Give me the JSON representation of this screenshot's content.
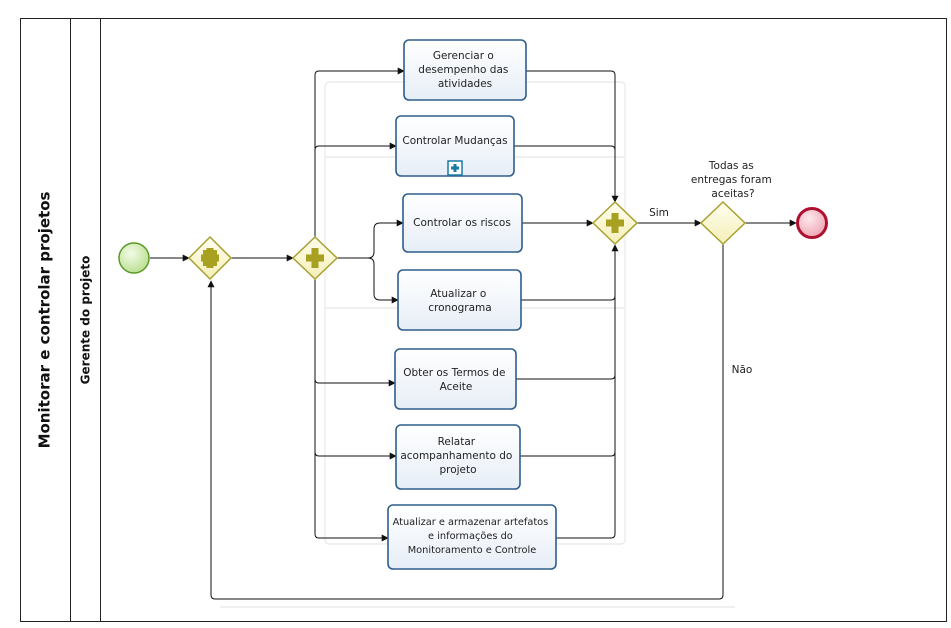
{
  "pool": {
    "title": "Monitorar e controlar projetos"
  },
  "lane": {
    "title": "Gerente do projeto"
  },
  "tasks": {
    "gerenciar": [
      "Gerenciar o",
      "desempenho das",
      "atividades"
    ],
    "controlar_mudancas": [
      "Controlar Mudanças"
    ],
    "controlar_riscos": [
      "Controlar os riscos"
    ],
    "atualizar_cronograma": [
      "Atualizar o",
      "cronograma"
    ],
    "obter_termos": [
      "Obter os Termos de",
      "Aceite"
    ],
    "relatar": [
      "Relatar",
      "acompanhamento do",
      "projeto"
    ],
    "atualizar_artefatos": [
      "Atualizar e armazenar artefatos",
      "e informações do",
      "Monitoramento e Controle"
    ]
  },
  "gateway_question": [
    "Todas as",
    "entregas foram",
    "aceitas?"
  ],
  "labels": {
    "yes": "Sim",
    "no": "Não"
  },
  "colors": {
    "start_fill": "#c8e6a0",
    "start_stroke": "#5a9a2a",
    "end_fill": "#f3c0c8",
    "end_stroke": "#b01030",
    "gateway_fill": "#fdfbe0",
    "gateway_stroke": "#a8a030",
    "plus_color": "#a8a020",
    "task_stroke": "#2e5e8c",
    "subprocess_marker": "#1a7aa8"
  },
  "icons": {
    "parallel_gateway": "plus-icon",
    "subprocess": "subprocess-marker-icon"
  }
}
